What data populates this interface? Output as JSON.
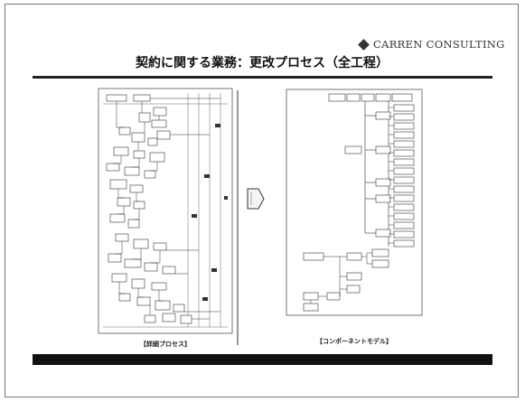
{
  "header": {
    "brand": "CARREN CONSULTING",
    "title": "契約に関する業務：更改プロセス（全工程）"
  },
  "left_panel": {
    "caption": "【詳細プロセス】"
  },
  "right_panel": {
    "caption": "【コンポーネントモデル】"
  },
  "icons": [
    "diamond-icon",
    "arrow-right-icon"
  ]
}
